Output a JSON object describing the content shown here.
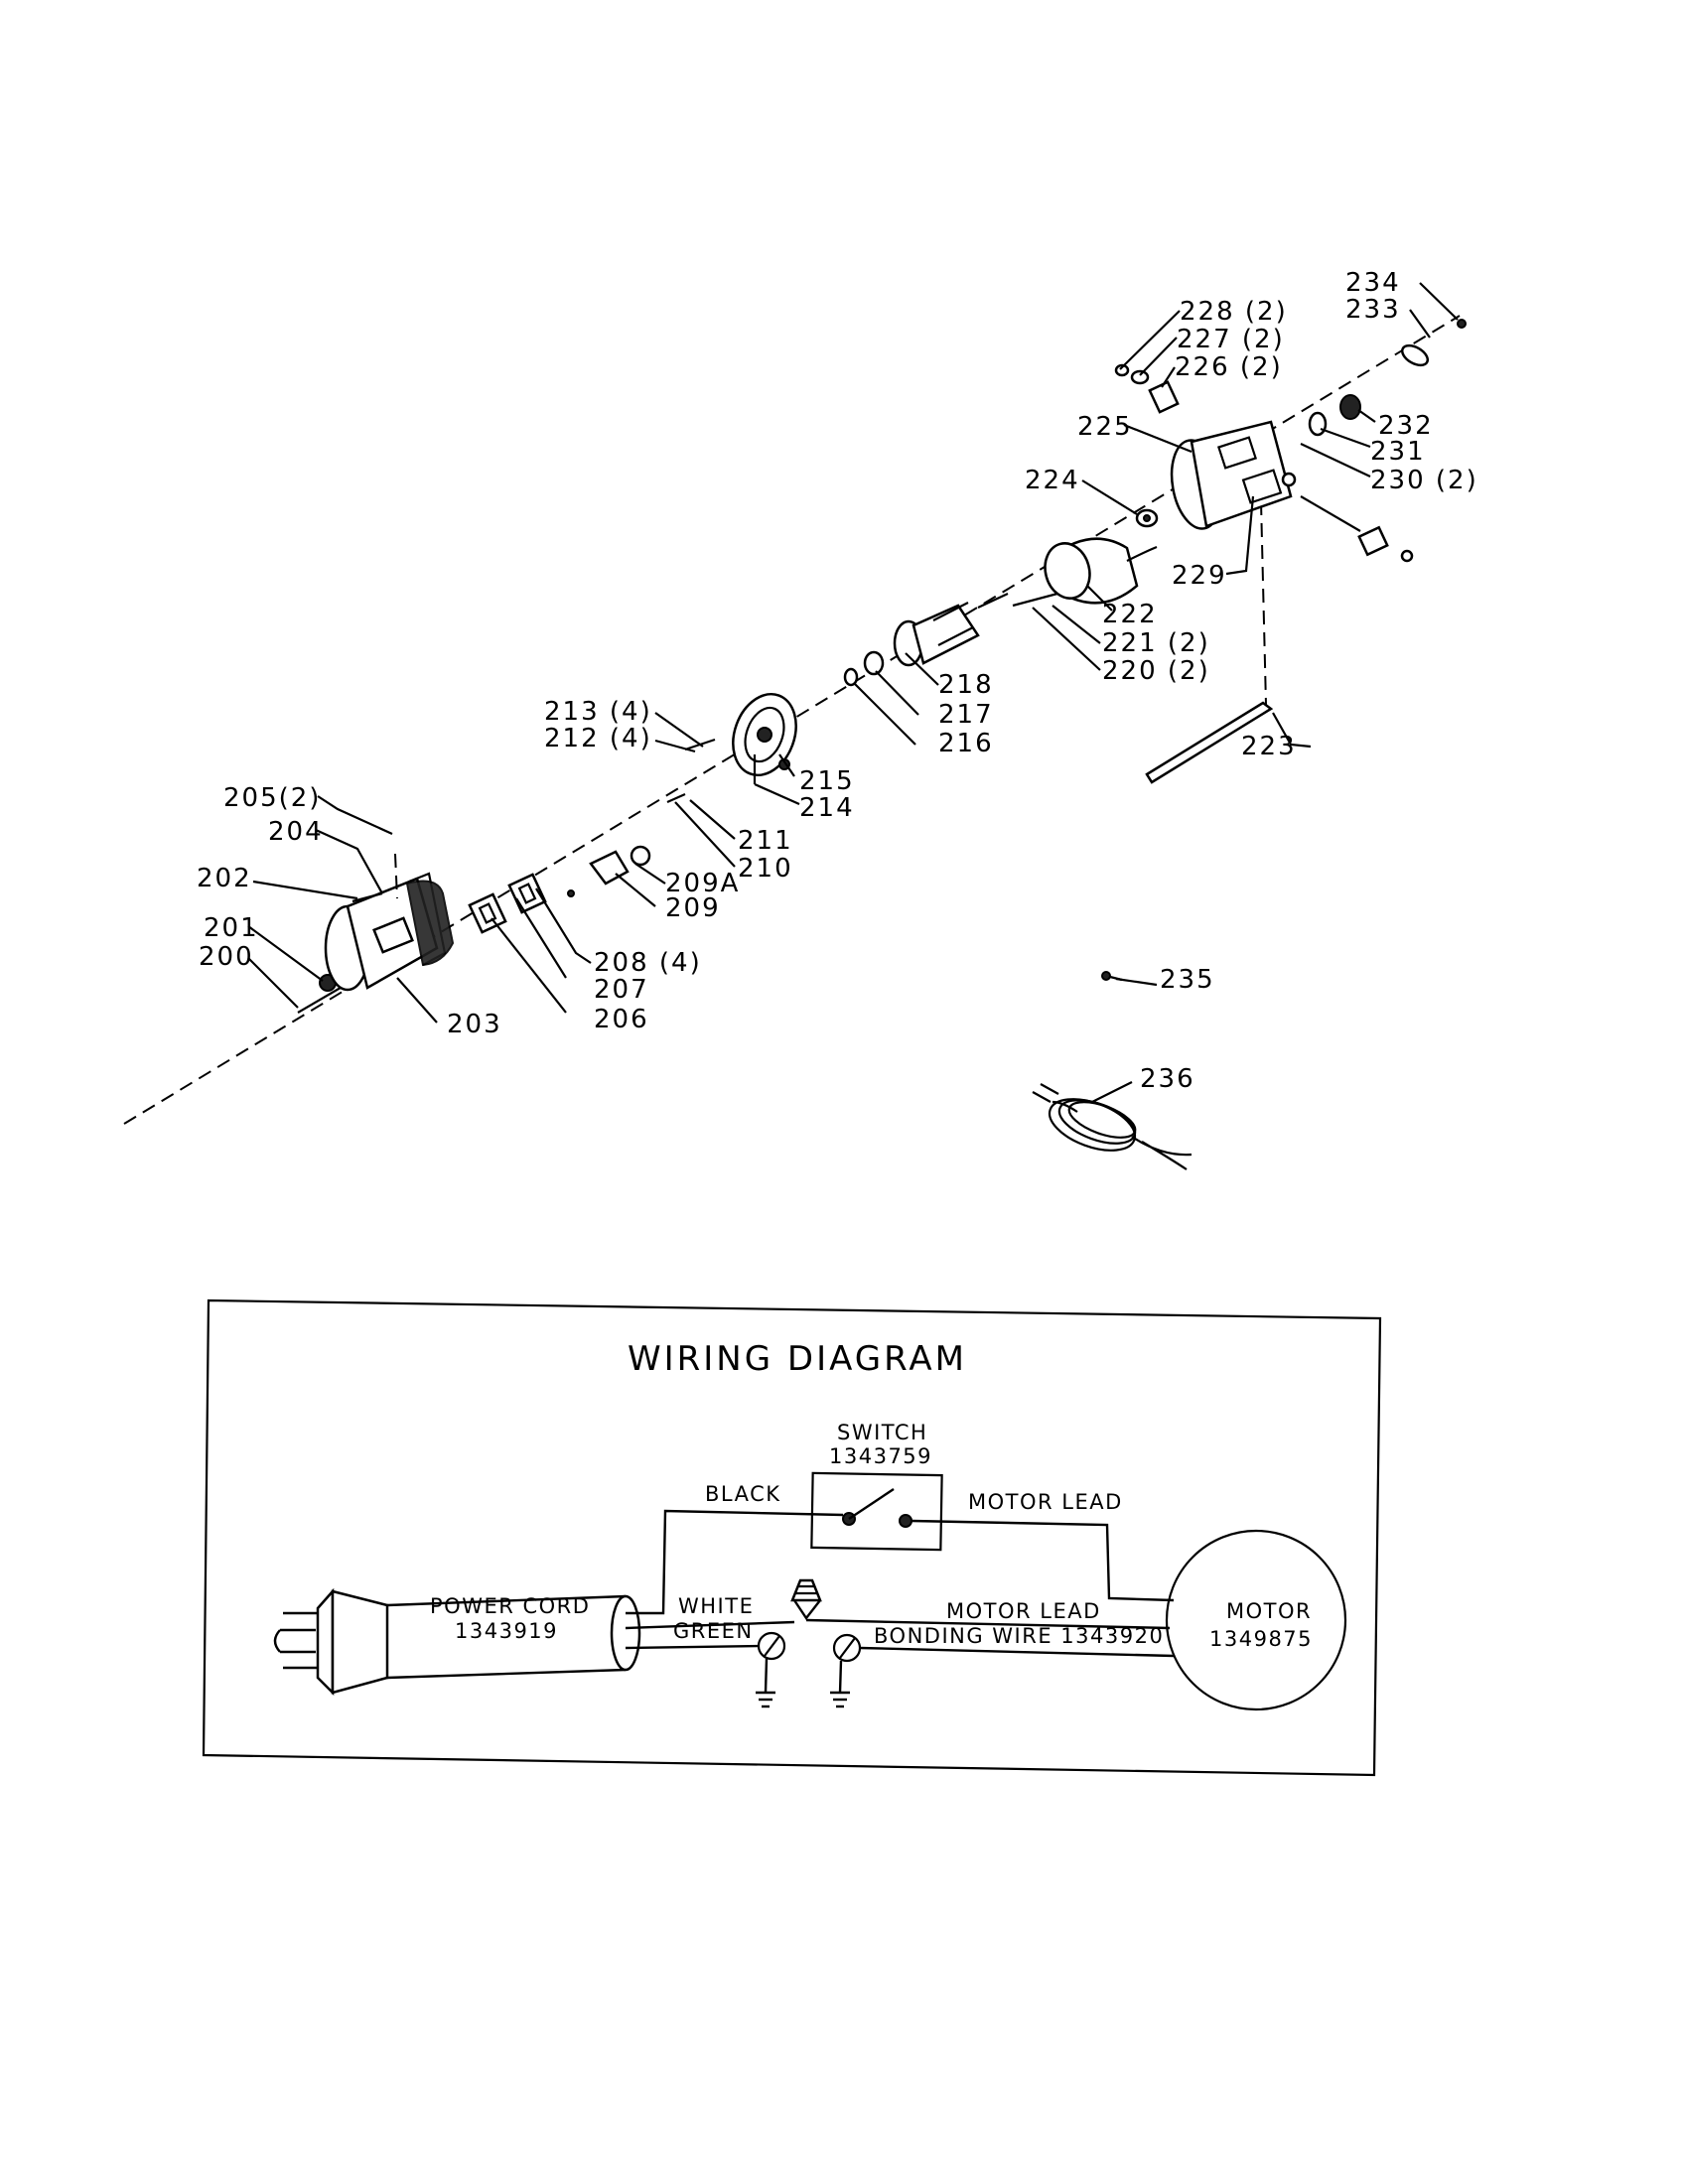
{
  "parts": {
    "p234": "234",
    "p233": "233",
    "p228": "228 (2)",
    "p227": "227 (2)",
    "p226": "226 (2)",
    "p232": "232",
    "p225": "225",
    "p231": "231",
    "p230": "230 (2)",
    "p224": "224",
    "p229": "229",
    "p222": "222",
    "p221": "221 (2)",
    "p220": "220 (2)",
    "p218": "218",
    "p217": "217",
    "p216": "216",
    "p223": "223",
    "p213": "213 (4)",
    "p212": "212 (4)",
    "p215": "215",
    "p214": "214",
    "p205": "205(2)",
    "p204": "204",
    "p211": "211",
    "p210": "210",
    "p202": "202",
    "p209a": "209A",
    "p209": "209",
    "p201": "201",
    "p200": "200",
    "p208": "208 (4)",
    "p207": "207",
    "p206": "206",
    "p203": "203",
    "p235": "235",
    "p236": "236"
  },
  "wiring": {
    "title": "WIRING DIAGRAM",
    "switch_label": "SWITCH",
    "switch_number": "1343759",
    "black": "BLACK",
    "motor_lead_top": "MOTOR LEAD",
    "power_cord_label": "POWER CORD",
    "power_cord_number": "1343919",
    "white": "WHITE",
    "green": "GREEN",
    "motor_lead_mid": "MOTOR LEAD",
    "bonding_wire": "BONDING WIRE 1343920",
    "motor_label": "MOTOR",
    "motor_number": "1349875"
  }
}
